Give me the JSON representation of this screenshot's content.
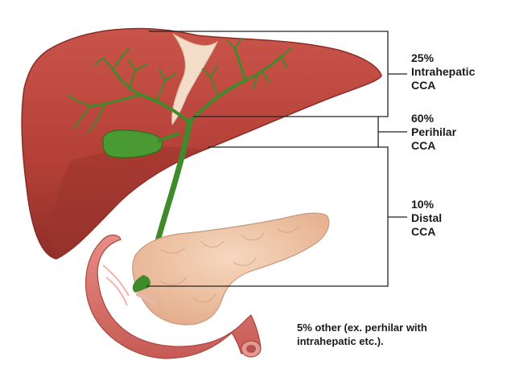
{
  "labels": {
    "intrahepatic": {
      "percent": "25%",
      "name_line1": "Intrahepatic",
      "name_line2": "CCA"
    },
    "perihilar": {
      "percent": "60%",
      "name_line1": "Perihilar",
      "name_line2": "CCA"
    },
    "distal": {
      "percent": "10%",
      "name_line1": "Distal",
      "name_line2": "CCA"
    }
  },
  "note": {
    "line1": "5% other (ex. perhilar with",
    "line2": "intrahepatic etc.)."
  },
  "colors": {
    "liver": "#b8443a",
    "liver_dark": "#8e2f29",
    "bile_duct": "#3f8a2a",
    "gallbladder": "#4a9a34",
    "pancreas": "#efc4a4",
    "duodenum": "#d9756e",
    "bracket": "#222222"
  }
}
